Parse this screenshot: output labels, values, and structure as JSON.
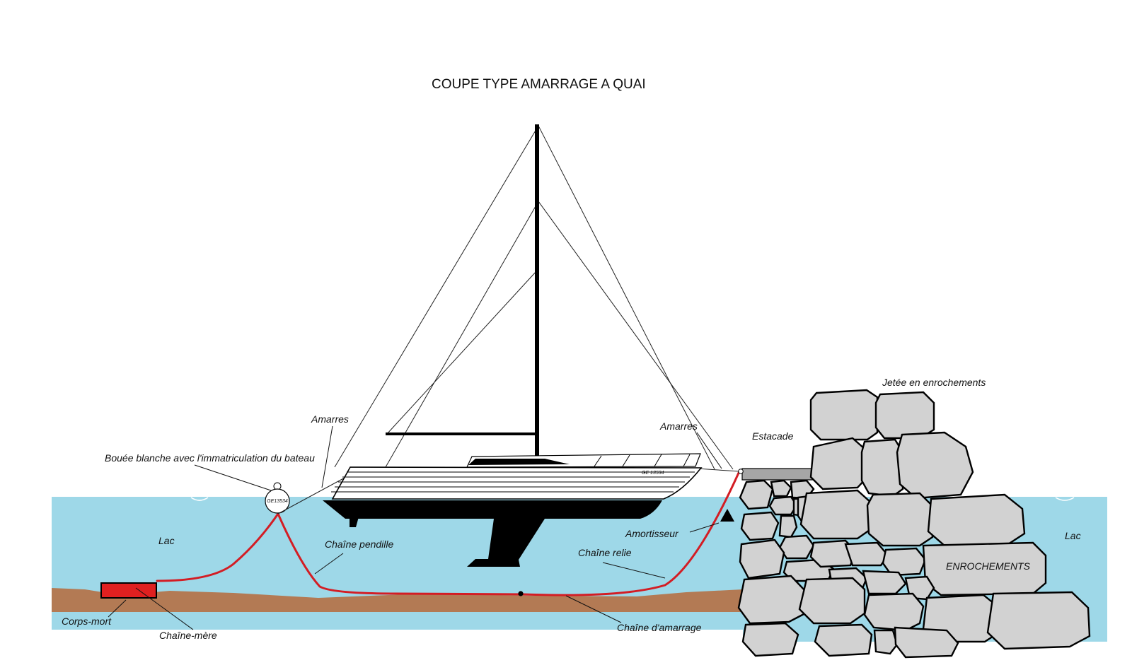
{
  "title": "COUPE TYPE AMARRAGE A QUAI",
  "labels": {
    "amarres_left": "Amarres",
    "amarres_right": "Amarres",
    "bouee": "Bouée blanche avec l'immatriculation du bateau",
    "estacade": "Estacade",
    "jetee": "Jetée en enrochements",
    "lac_left": "Lac",
    "lac_right": "Lac",
    "chaine_pendille": "Chaîne pendille",
    "amortisseur": "Amortisseur",
    "chaine_relie": "Chaîne relie",
    "enrochements": "ENROCHEMENTS",
    "corps_mort": "Corps-mort",
    "chaine_mere": "Chaîne-mère",
    "chaine_amarrage": "Chaîne d'amarrage"
  },
  "registration": "GE 13534",
  "buoy_registration": "GE13534",
  "colors": {
    "water": "#9ed8e8",
    "seabed": "#b37a54",
    "chain": "#d31d24",
    "corps_mort": "#e02020",
    "rock_fill": "#d2d2d2",
    "estacade": "#a6a6a6"
  }
}
